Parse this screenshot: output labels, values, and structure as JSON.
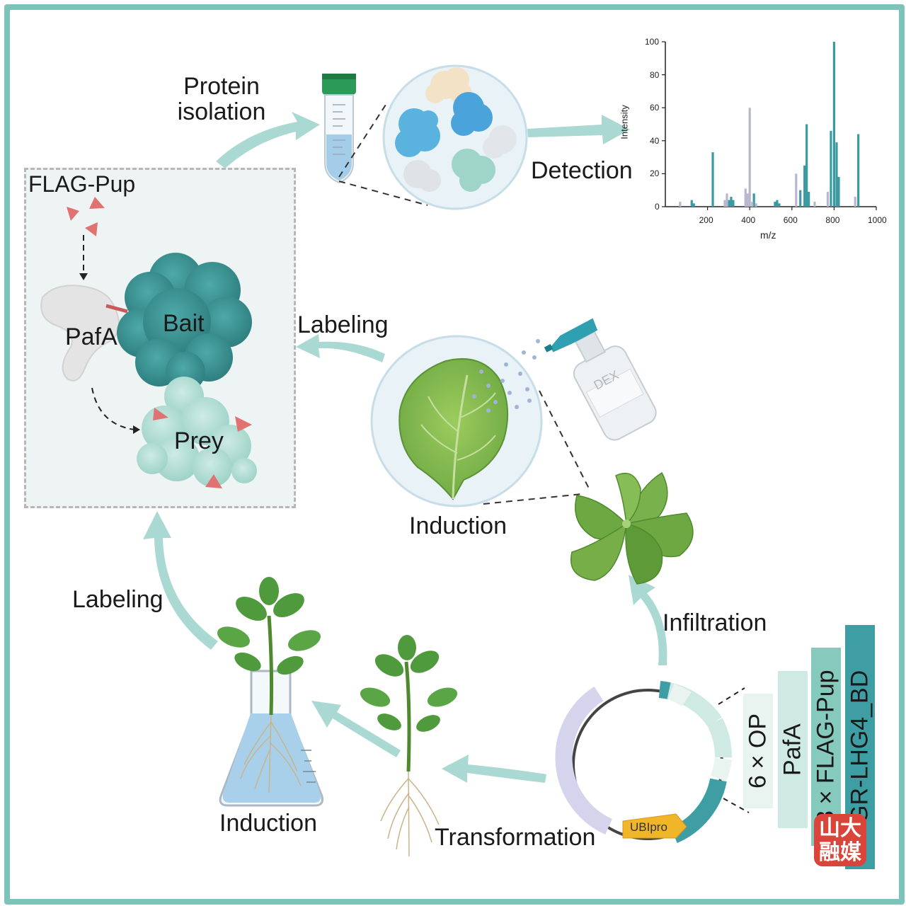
{
  "labels": {
    "protein_isolation": "Protein\nisolation",
    "detection": "Detection",
    "flag_pup": "FLAG-Pup",
    "bait": "Bait",
    "pafa": "PafA",
    "prey": "Prey",
    "labeling_top": "Labeling",
    "labeling_left": "Labeling",
    "induction_leaf": "Induction",
    "induction_flask": "Induction",
    "infiltration": "Infiltration",
    "transformation": "Transformation",
    "dex": "DEX",
    "ubipro": "UBIpro"
  },
  "construct_bars": [
    {
      "label": "6×OP",
      "color": "#e9f4f1"
    },
    {
      "label": "PafA",
      "color": "#cfe9e3"
    },
    {
      "label": "3×FLAG-Pup",
      "color": "#86c9bd"
    },
    {
      "label": "GR-LHG4_BD",
      "color": "#3e9ea3"
    }
  ],
  "logo": {
    "text": "山大\n融媒"
  },
  "chart_data": {
    "type": "bar",
    "xlabel": "m/z",
    "ylabel": "Intensity",
    "xlim": [
      0,
      1000
    ],
    "ylim": [
      0,
      100
    ],
    "xticks": [
      "200",
      "400",
      "600",
      "800",
      "1000"
    ],
    "yticks": [
      "0",
      "20",
      "40",
      "60",
      "80",
      "100"
    ],
    "series": [
      {
        "color": "#3a9aa0",
        "peaks": [
          [
            125,
            4
          ],
          [
            135,
            2
          ],
          [
            225,
            33
          ],
          [
            302,
            4
          ],
          [
            312,
            6
          ],
          [
            322,
            4
          ],
          [
            420,
            8
          ],
          [
            520,
            3
          ],
          [
            530,
            4
          ],
          [
            540,
            2
          ],
          [
            640,
            10
          ],
          [
            660,
            25
          ],
          [
            670,
            50
          ],
          [
            680,
            9
          ],
          [
            785,
            46
          ],
          [
            800,
            100
          ],
          [
            812,
            39
          ],
          [
            822,
            18
          ],
          [
            915,
            44
          ]
        ]
      },
      {
        "color": "#b9b7cf",
        "peaks": [
          [
            70,
            3
          ],
          [
            282,
            4
          ],
          [
            292,
            8
          ],
          [
            380,
            11
          ],
          [
            390,
            8
          ],
          [
            400,
            60
          ],
          [
            412,
            3
          ],
          [
            430,
            2
          ],
          [
            620,
            20
          ],
          [
            708,
            3
          ],
          [
            770,
            9
          ],
          [
            900,
            6
          ]
        ]
      }
    ]
  }
}
